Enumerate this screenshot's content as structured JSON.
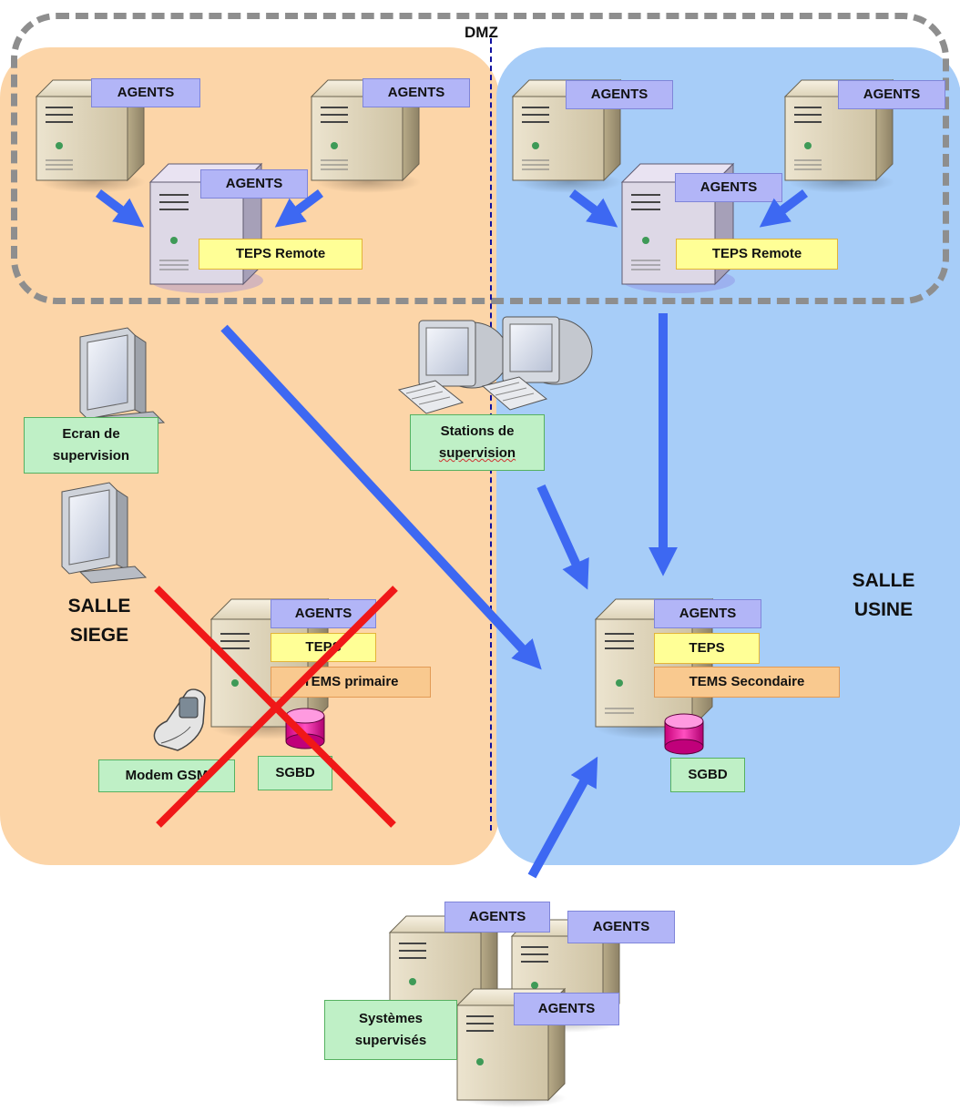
{
  "zones": {
    "dmz": "DMZ",
    "siege_line1": "SALLE",
    "siege_line2": "SIEGE",
    "usine_line1": "SALLE",
    "usine_line2": "USINE"
  },
  "siege_dmz": {
    "agents_left": "AGENTS",
    "agents_right": "AGENTS",
    "agents_center": "AGENTS",
    "teps_remote": "TEPS Remote"
  },
  "usine_dmz": {
    "agents_left": "AGENTS",
    "agents_right": "AGENTS",
    "agents_center": "AGENTS",
    "teps_remote": "TEPS Remote"
  },
  "siege": {
    "ecran_line1": "Ecran de",
    "ecran_line2": "supervision",
    "server_agents": "AGENTS",
    "server_teps": "TEPS",
    "server_tems": "TEMS primaire",
    "modem": "Modem GSM",
    "sgbd": "SGBD"
  },
  "stations": {
    "line1": "Stations de",
    "line2": "supervision"
  },
  "usine": {
    "server_agents": "AGENTS",
    "server_teps": "TEPS",
    "server_tems": "TEMS Secondaire",
    "sgbd": "SGBD"
  },
  "supervised": {
    "agents_1": "AGENTS",
    "agents_2": "AGENTS",
    "agents_3": "AGENTS",
    "line1": "Systèmes",
    "line2": "supervisés"
  },
  "colors": {
    "siege_zone": "#fcd5a8",
    "usine_zone": "#a7cdf8",
    "arrow": "#3d68f2",
    "cross": "#f01818",
    "dmz_border": "#8e8e8e"
  }
}
